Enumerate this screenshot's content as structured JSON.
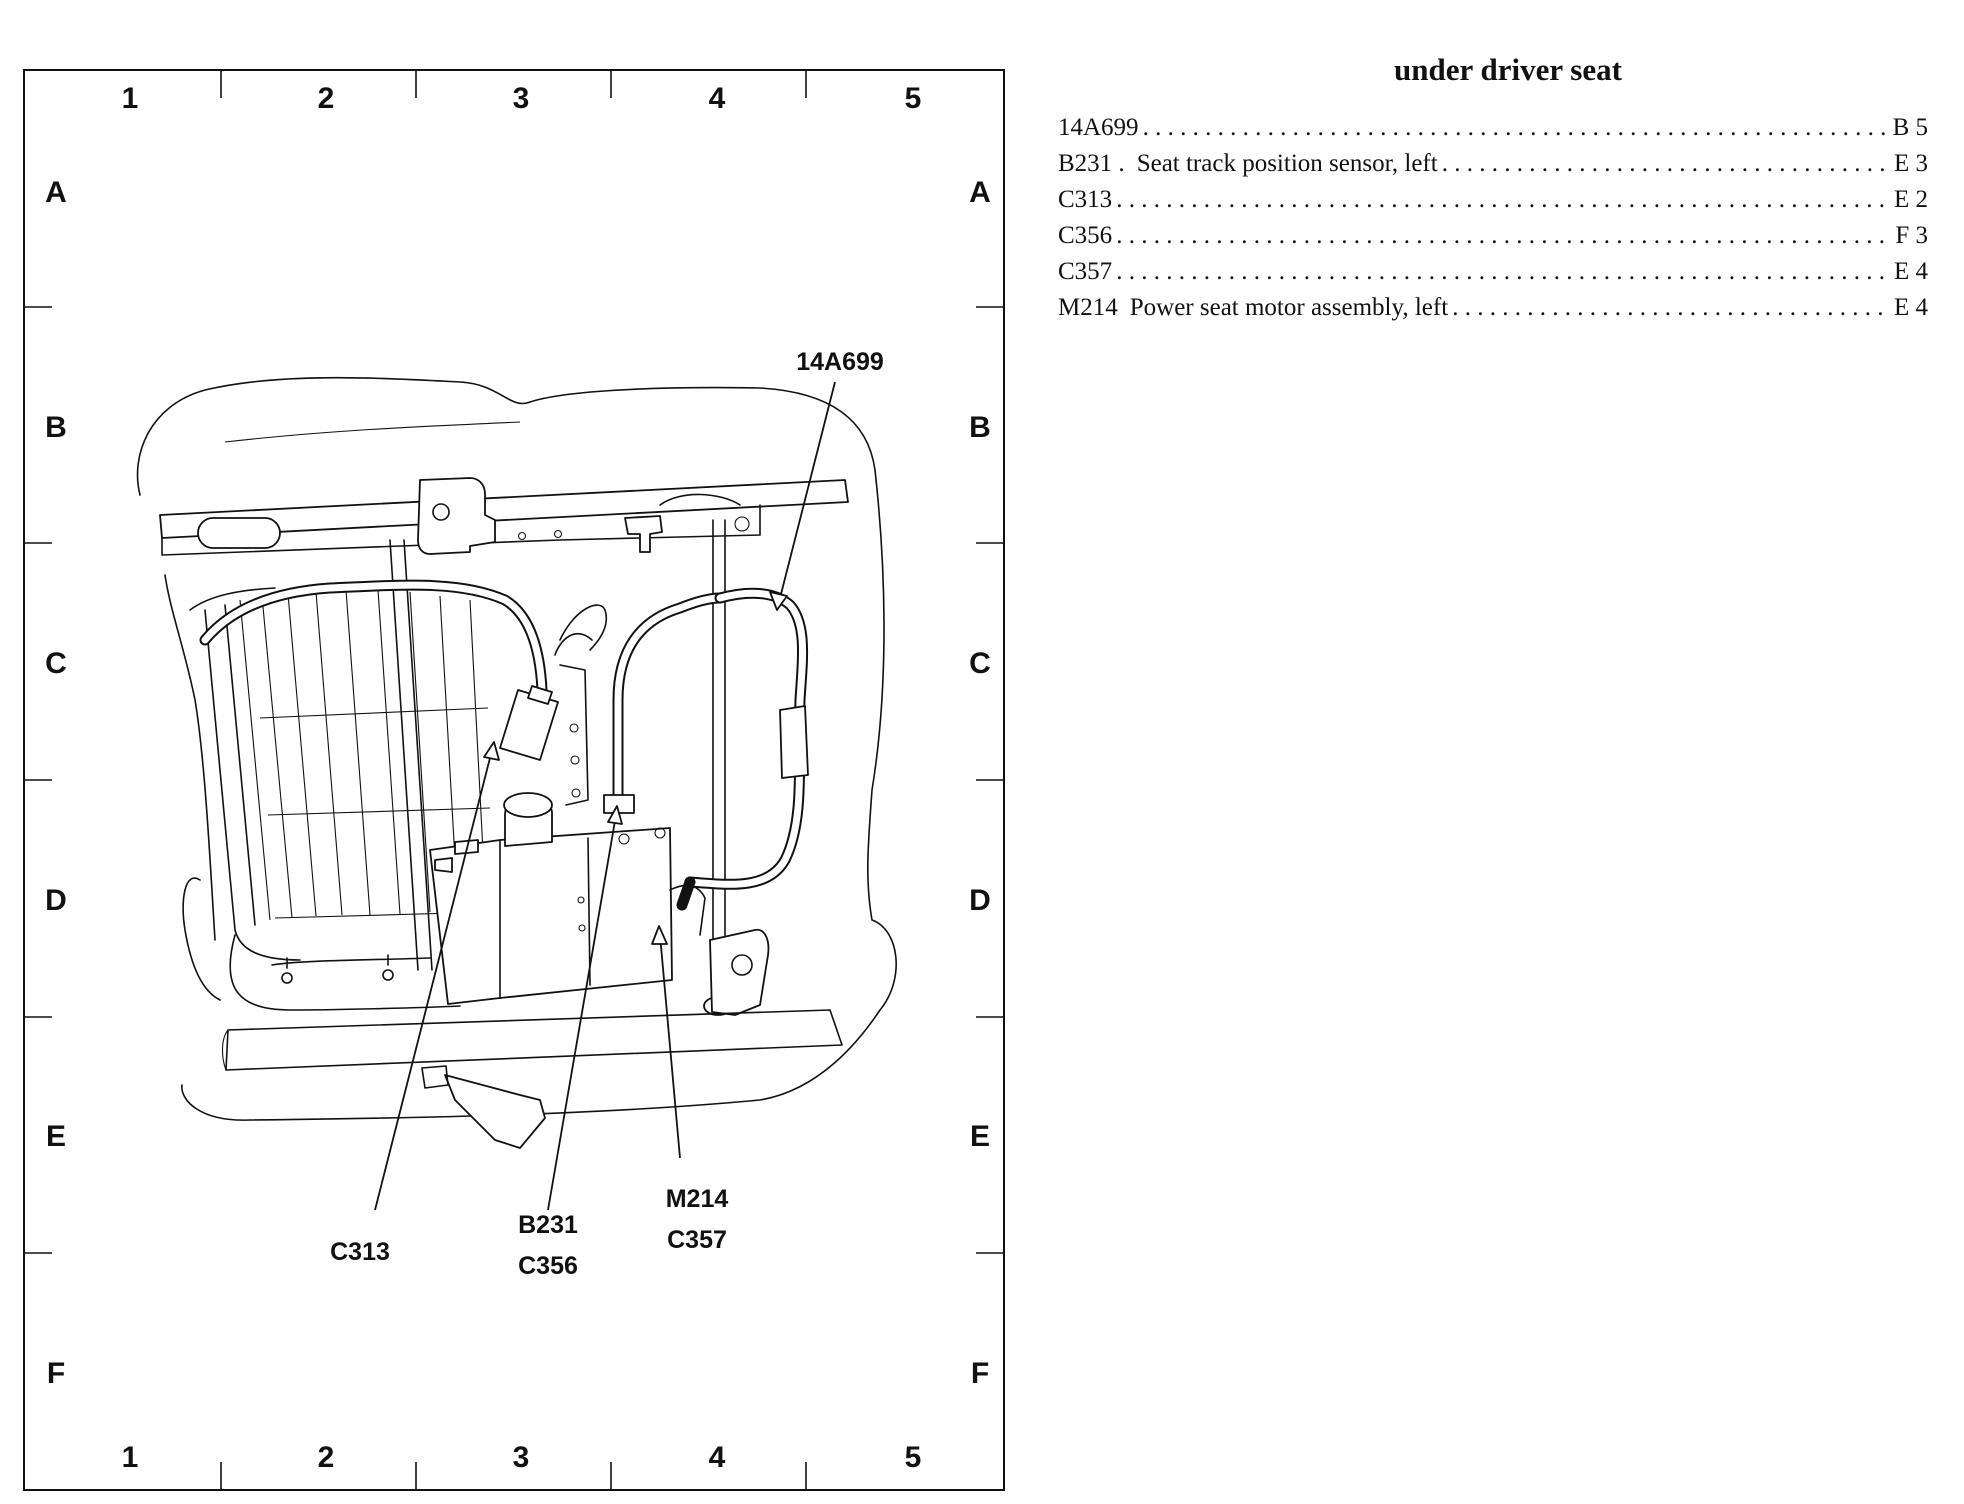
{
  "grid": {
    "columns": [
      "1",
      "2",
      "3",
      "4",
      "5"
    ],
    "rows": [
      "A",
      "B",
      "C",
      "D",
      "E",
      "F"
    ]
  },
  "callouts": {
    "harness_14A699": "14A699",
    "c313": "C313",
    "b231": "B231",
    "c356": "C356",
    "m214": "M214",
    "c357": "C357"
  },
  "legend": {
    "title": "under driver seat",
    "entries": [
      {
        "code": "14A699",
        "description": "",
        "location": "B 5"
      },
      {
        "code": "B231 .",
        "description": "Seat track position sensor, left",
        "location": "E 3"
      },
      {
        "code": "C313",
        "description": "",
        "location": "E 2"
      },
      {
        "code": "C356",
        "description": "",
        "location": "F 3"
      },
      {
        "code": "C357",
        "description": "",
        "location": "E 4"
      },
      {
        "code": "M214",
        "description": "Power seat motor assembly, left",
        "location": "E 4"
      }
    ]
  }
}
